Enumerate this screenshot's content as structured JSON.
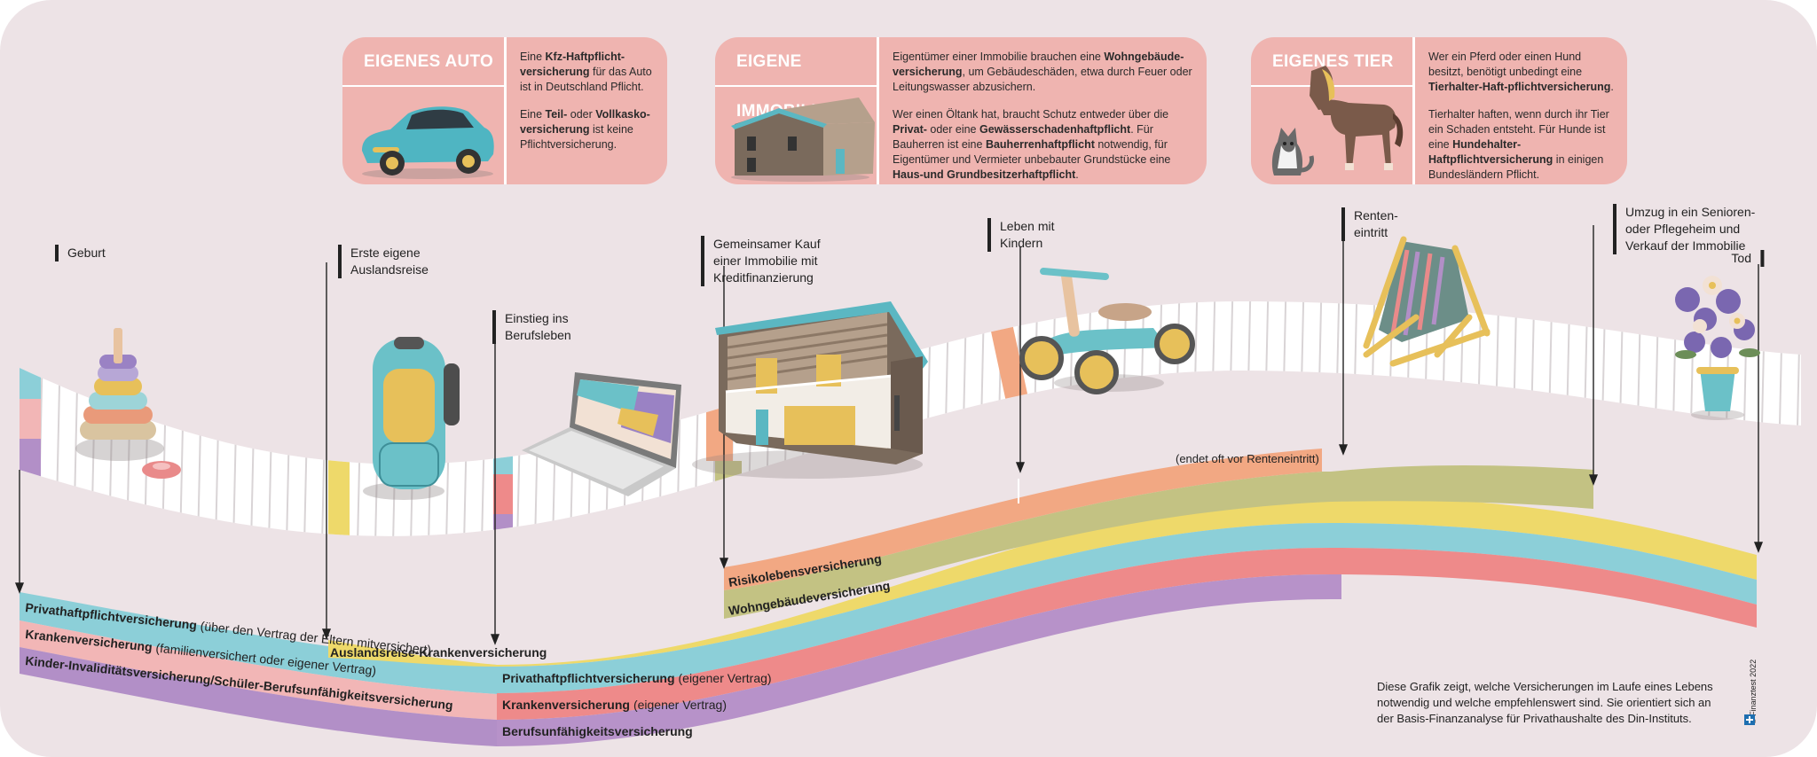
{
  "cards": [
    {
      "title": "EIGENES AUTO",
      "paragraphs": [
        [
          "Eine ",
          {
            "b": "Kfz-Haftpflicht-versicherung"
          },
          " für das Auto ist in Deutschland Pflicht."
        ],
        [
          "Eine ",
          {
            "b": "Teil-"
          },
          " oder ",
          {
            "b": "Vollkasko-versicherung"
          },
          " ist keine Pflichtversicherung."
        ]
      ]
    },
    {
      "title": "EIGENE IMMOBILIE",
      "paragraphs": [
        [
          "Eigentümer einer Immobilie brauchen eine ",
          {
            "b": "Wohngebäude-versicherung"
          },
          ", um Gebäudeschäden, etwa durch Feuer oder Leitungswasser abzusichern."
        ],
        [
          "Wer einen Öltank hat, braucht Schutz entweder über die ",
          {
            "b": "Privat-"
          },
          " oder eine ",
          {
            "b": "Gewässerschadenhaftpflicht"
          },
          ". Für Bauherren ist eine ",
          {
            "b": "Bauherrenhaftpflicht"
          },
          " notwendig, für Eigentümer und Vermieter unbebauter Grundstücke eine ",
          {
            "b": "Haus-und Grundbesitzerhaftpflicht"
          },
          "."
        ]
      ]
    },
    {
      "title": "EIGENES TIER",
      "paragraphs": [
        [
          "Wer ein Pferd oder einen Hund besitzt, benötigt unbedingt eine ",
          {
            "b": "Tierhalter-Haft-pflichtversicherung"
          },
          "."
        ],
        [
          "Tierhalter haften, wenn durch ihr Tier ein Schaden entsteht. Für Hunde ist eine ",
          {
            "b": "Hundehalter-Haftpflichtversicherung"
          },
          " in einigen Bundesländern Pflicht."
        ]
      ]
    }
  ],
  "milestones": [
    {
      "label": "Geburt"
    },
    {
      "label": "Erste eigene\nAuslandsreise"
    },
    {
      "label": "Einstieg ins\nBerufsleben"
    },
    {
      "label": "Gemeinsamer Kauf\neiner Immobilie mit\nKreditfinanzierung"
    },
    {
      "label": "Leben mit\nKindern"
    },
    {
      "label": "Renten-\neintritt"
    },
    {
      "label": "Umzug in ein Senioren-\noder Pflegeheim und\nVerkauf der Immobilie"
    },
    {
      "label": "Tod"
    }
  ],
  "band_labels": {
    "privat_kind": "Privathaftpflichtversicherung",
    "privat_kind_note": "(über den Vertrag der Eltern mitversichert)",
    "kranken_kind": "Krankenversicherung",
    "kranken_kind_note": "(familienversichert oder eigener Vertrag)",
    "invaliditaet": "Kinder-Invaliditätsversicherung/Schüler-Berufsunfähigkeitsversicherung",
    "auslandsreise": "Auslandsreise-Krankenversicherung",
    "privat_eigen": "Privathaftpflichtversicherung",
    "privat_eigen_note": "(eigener Vertrag)",
    "kranken_eigen": "Krankenversicherung",
    "kranken_eigen_note": "(eigener Vertrag)",
    "bu": "Berufsunfähigkeitsversicherung",
    "risikoleben": "Risikolebensversicherung",
    "risikoleben_note": "(endet oft vor Renteneintritt)",
    "wohngebaeude": "Wohngebäudeversicherung"
  },
  "note": "Diese Grafik zeigt, welche Versicherungen im Laufe eines Lebens notwendig und welche empfehlenswert sind. Sie orientiert sich an der Basis-Finanzanalyse für Privathaushalte des Din-Instituts.",
  "copyright": "© Finanztest 2022",
  "colors": {
    "background": "#ede3e6",
    "card": "#efb4b0",
    "band_privat": "#8ccfd8",
    "band_kranken": "#f2b6b6",
    "band_invaliditaet": "#b28fc7",
    "band_auslandsreise": "#eed96a",
    "band_kranken_eigen": "#ee8a8a",
    "band_bu": "#b792c9",
    "band_risikoleben": "#f2a883",
    "band_wohngebaeude": "#c3c283",
    "band_senior_yellow": "#eed96a"
  },
  "illustrations": [
    "car-icon",
    "house-icon",
    "horse-icon",
    "dog-icon",
    "stacking-toy-icon",
    "backpack-icon",
    "laptop-icon",
    "modern-house-icon",
    "balance-bike-icon",
    "deck-chair-icon",
    "flower-bouquet-icon"
  ]
}
